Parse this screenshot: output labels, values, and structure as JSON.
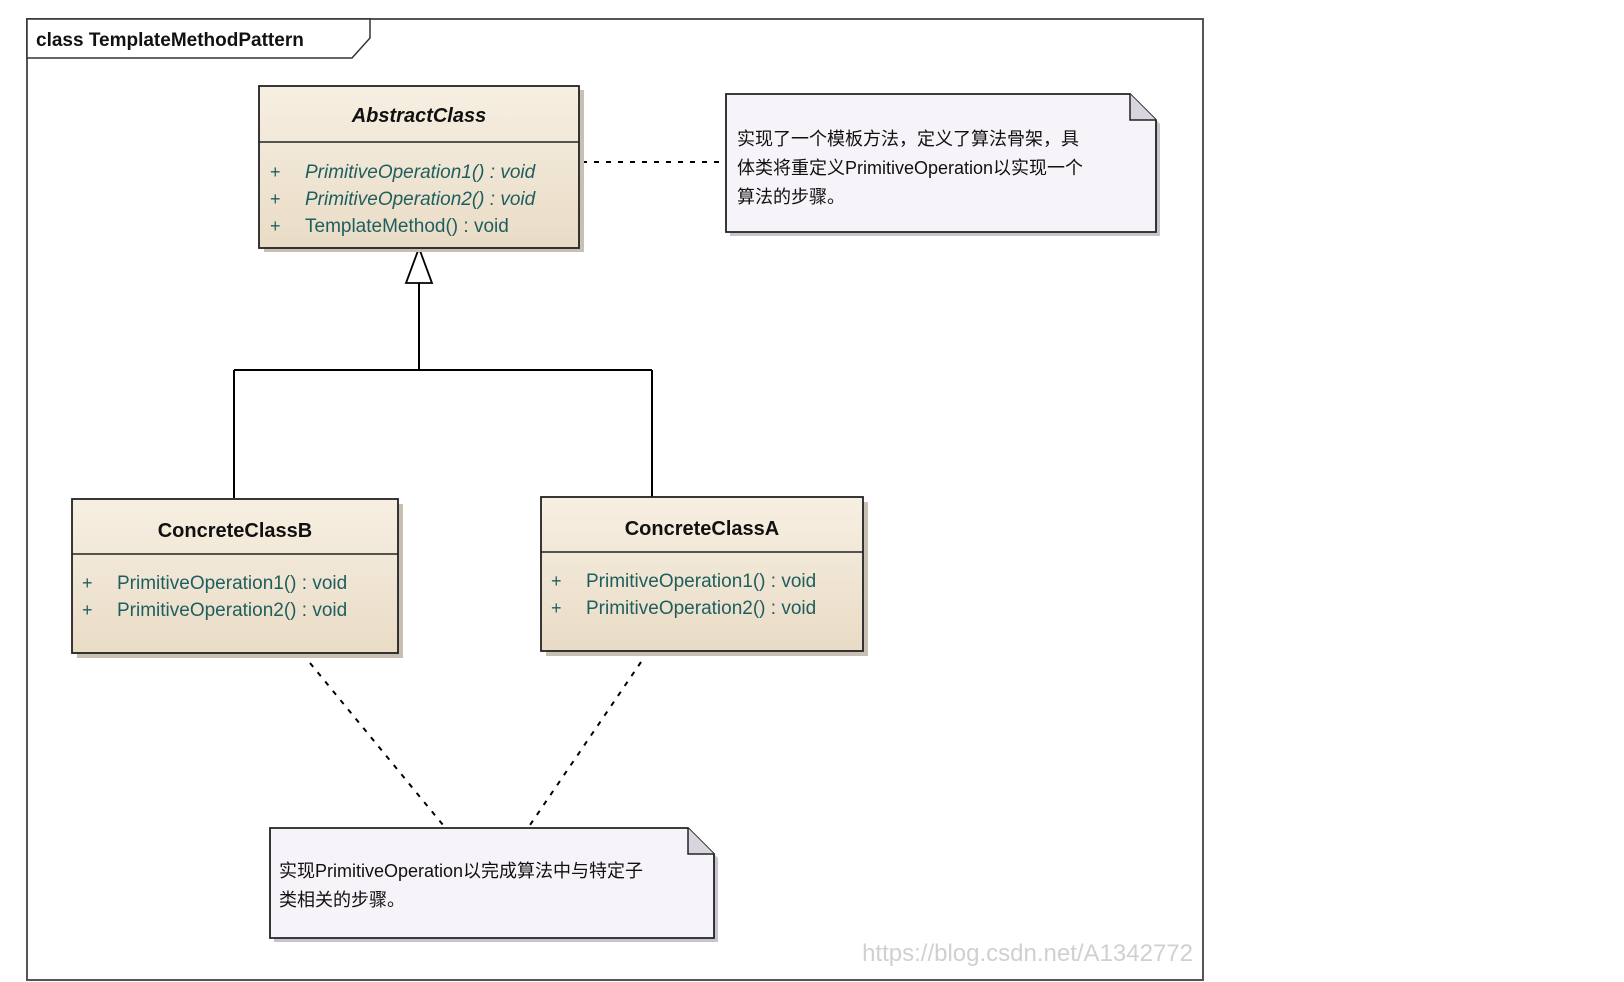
{
  "frame": {
    "label": "class TemplateMethodPattern"
  },
  "classes": {
    "abstract": {
      "name": "AbstractClass",
      "members": [
        {
          "visibility": "+",
          "signature": "PrimitiveOperation1() : void"
        },
        {
          "visibility": "+",
          "signature": "PrimitiveOperation2() : void"
        },
        {
          "visibility": "+",
          "signature": "TemplateMethod() : void"
        }
      ]
    },
    "concrete_b": {
      "name": "ConcreteClassB",
      "members": [
        {
          "visibility": "+",
          "signature": "PrimitiveOperation1() : void"
        },
        {
          "visibility": "+",
          "signature": "PrimitiveOperation2() : void"
        }
      ]
    },
    "concrete_a": {
      "name": "ConcreteClassA",
      "members": [
        {
          "visibility": "+",
          "signature": "PrimitiveOperation1() : void"
        },
        {
          "visibility": "+",
          "signature": "PrimitiveOperation2() : void"
        }
      ]
    }
  },
  "notes": {
    "abstract_note": {
      "lines": [
        "实现了一个模板方法，定义了算法骨架，具",
        "体类将重定义PrimitiveOperation以实现一个",
        "算法的步骤。"
      ]
    },
    "concrete_note": {
      "lines": [
        "实现PrimitiveOperation以完成算法中与特定子",
        "类相关的步骤。"
      ]
    }
  },
  "watermark": "https://blog.csdn.net/A1342772",
  "colors": {
    "class_fill_top": "#f7efe2",
    "class_fill_bottom": "#e9dcc6",
    "note_fill": "#f6f3f9",
    "member_text": "#1f5e5e",
    "line": "#000000"
  }
}
